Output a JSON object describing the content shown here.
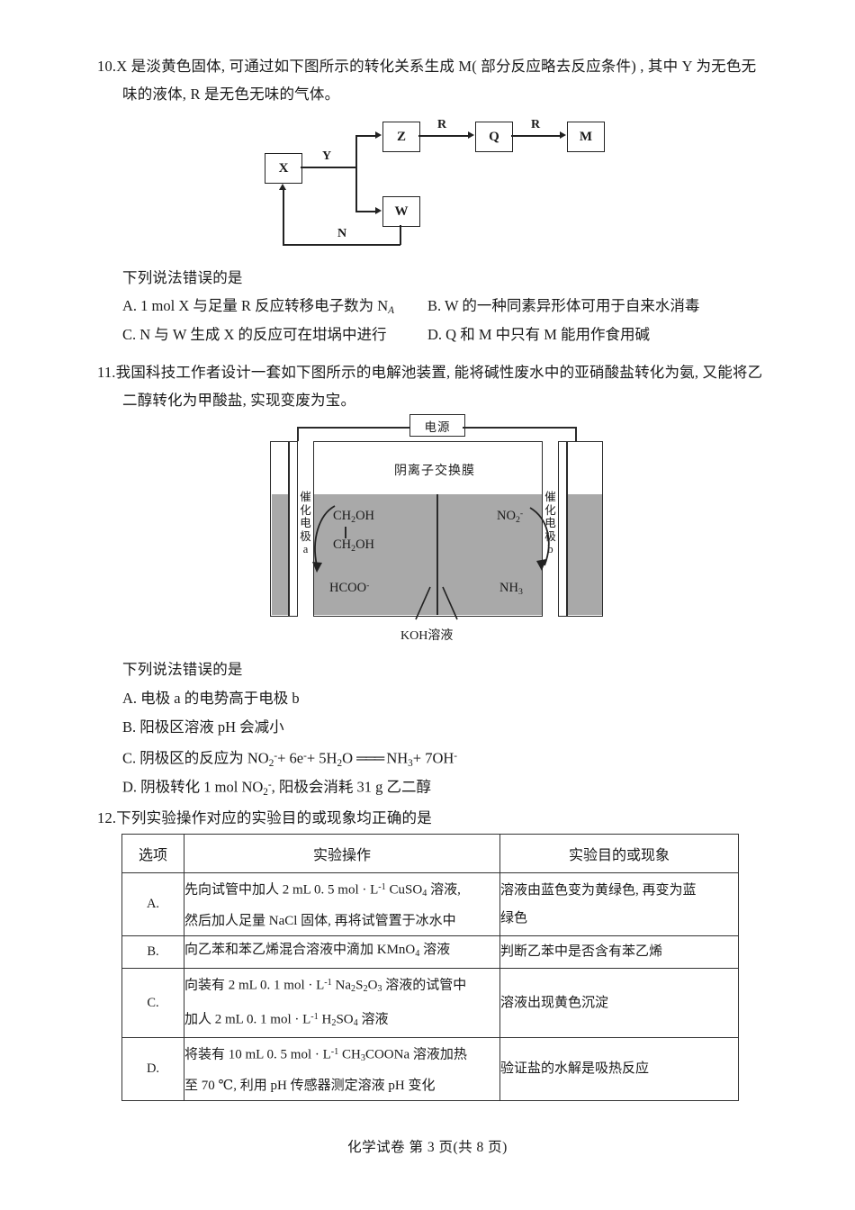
{
  "question10": {
    "number": "10.",
    "stem_line1": "X 是淡黄色固体, 可通过如下图所示的转化关系生成 M( 部分反应略去反应条件) , 其中 Y 为无色无",
    "stem_line2": "味的液体, R 是无色无味的气体。",
    "diagram": {
      "boxes": [
        "X",
        "Z",
        "Q",
        "M",
        "W"
      ],
      "edge_labels": [
        "Y",
        "R",
        "R",
        "N"
      ]
    },
    "prompt": "下列说法错误的是",
    "options": {
      "A": "A. 1 mol X 与足量 R 反应转移电子数为 N",
      "A_sub": "A",
      "B": "B. W 的一种同素异形体可用于自来水消毒",
      "C": "C. N 与 W 生成 X 的反应可在坩埚中进行",
      "D": "D. Q 和 M 中只有 M 能用作食用碱"
    }
  },
  "question11": {
    "number": "11.",
    "stem_line1": "我国科技工作者设计一套如下图所示的电解池装置, 能将碱性废水中的亚硝酸盐转化为氨, 又能将乙",
    "stem_line2": "二醇转化为甲酸盐, 实现变废为宝。",
    "diagram": {
      "power_supply": "电源",
      "membrane": "阴离子交换膜",
      "electrode_a": "催化电极",
      "electrode_a_id": "a",
      "electrode_b": "催化电极",
      "electrode_b_id": "b",
      "left_reactant_top": "CH",
      "left_reactant_top_sub": "2",
      "left_reactant_top_rest": "OH",
      "left_reactant_bottom": "CH",
      "left_reactant_bottom_sub": "2",
      "left_reactant_bottom_rest": "OH",
      "left_product": "HCOO",
      "left_product_sup": "-",
      "right_reactant": "NO",
      "right_reactant_sub": "2",
      "right_reactant_sup": "-",
      "right_product": "NH",
      "right_product_sub": "3",
      "solution_label": "KOH溶液"
    },
    "prompt": "下列说法错误的是",
    "options": {
      "A": "A. 电极 a 的电势高于电极 b",
      "B": "B. 阳极区溶液 pH 会减小",
      "C_prefix": "C. 阴极区的反应为 NO",
      "C_sub1": "2",
      "C_sup1": "-",
      "C_mid": "+ 6e",
      "C_sup2": "-",
      "C_mid2": "+ 5H",
      "C_sub2": "2",
      "C_mid3": "O",
      "C_eq": "═══",
      "C_mid4": "NH",
      "C_sub3": "3",
      "C_mid5": "+ 7OH",
      "C_sup3": "-",
      "D_prefix": "D. 阴极转化 1 mol NO",
      "D_sub": "2",
      "D_sup": "-",
      "D_rest": ", 阳极会消耗 31 g 乙二醇"
    }
  },
  "question12": {
    "number": "12.",
    "stem": "下列实验操作对应的实验目的或现象均正确的是",
    "table": {
      "headers": [
        "选项",
        "实验操作",
        "实验目的或现象"
      ],
      "rows": [
        {
          "option": "A.",
          "operation_lines": [
            "先向试管中加入 2 mL 0. 5 mol · L-1 CuSO4 溶液,",
            "然后加入足量 NaCl 固体, 再将试管置于冰水中"
          ],
          "goal_lines": [
            "溶液由蓝色变为黄绿色, 再变为蓝",
            "绿色"
          ]
        },
        {
          "option": "B.",
          "operation_lines": [
            "向乙苯和苯乙烯混合溶液中滴加 KMnO4 溶液"
          ],
          "goal_lines": [
            "判断乙苯中是否含有苯乙烯"
          ]
        },
        {
          "option": "C.",
          "operation_lines": [
            "向装有 2 mL 0. 1 mol · L-1 Na2S2O3 溶液的试管中",
            "加入 2 mL 0. 1 mol · L-1 H2SO4 溶液"
          ],
          "goal_lines": [
            "溶液出现黄色沉淀"
          ]
        },
        {
          "option": "D.",
          "operation_lines": [
            "将装有 10 mL 0. 5 mol · L-1 CH3COONa 溶液加热",
            "至 70 ℃, 利用 pH 传感器测定溶液 pH 变化"
          ],
          "goal_lines": [
            "验证盐的水解是吸热反应"
          ]
        }
      ]
    }
  },
  "footer": {
    "text": "化学试卷  第 3 页(共 8 页)"
  }
}
